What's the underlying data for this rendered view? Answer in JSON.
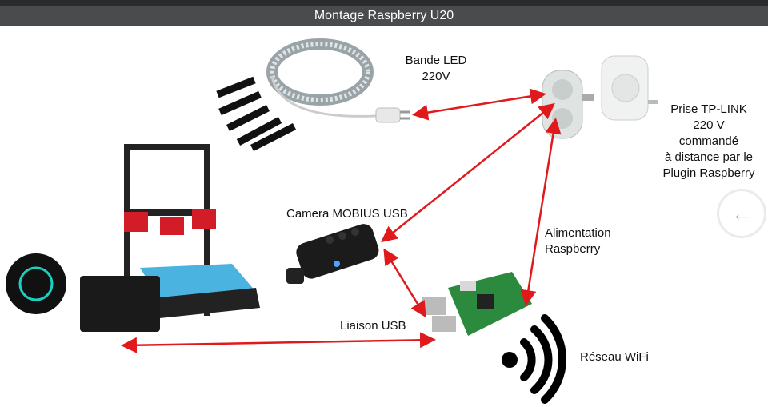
{
  "window": {
    "title": "Montage Raspberry U20"
  },
  "labels": {
    "led": [
      "Bande LED",
      "220V"
    ],
    "prise": [
      "Prise TP-LINK",
      "220 V",
      "commandé",
      "à distance par le",
      "Plugin Raspberry"
    ],
    "camera": "Camera MOBIUS USB",
    "alim": [
      "Alimentation",
      "Raspberry"
    ],
    "usb": "Liaison USB",
    "wifi": "Réseau WiFi"
  },
  "colors": {
    "arrow": "#e0191c",
    "titlebar": "#4a4b4d"
  },
  "icons": {
    "back": "arrow-left-icon"
  }
}
